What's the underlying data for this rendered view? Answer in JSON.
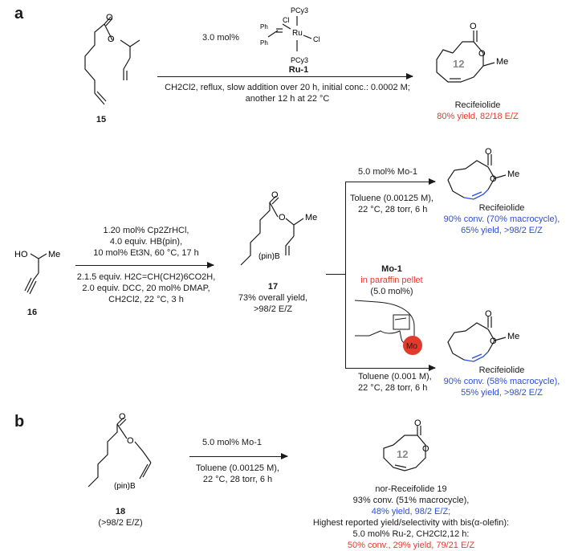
{
  "panels": {
    "a": "a",
    "b": "b"
  },
  "top": {
    "reactant_label": "15",
    "catalyst_loading": "3.0 mol%",
    "catalyst_name": "Ru-1",
    "ru_ligand_top": "PCy3",
    "ru_ligand_bottom": "PCy3",
    "ru_cl1": "Cl",
    "ru_cl2": "Cl",
    "ru_ph1": "Ph",
    "ru_ph2": "Ph",
    "conditions_line1": "CH2Cl2, reflux, slow addition over 20 h, initial conc.: 0.0002 M;",
    "conditions_line2": "another 12 h at 22 °C",
    "product_name": "Recifeiolide",
    "product_result": "80% yield, 82/18 E/Z",
    "ring_size": "12"
  },
  "middle": {
    "start_label": "16",
    "step1_line1": "1.20 mol% Cp2ZrHCl,",
    "step1_line2": "4.0 equiv. HB(pin),",
    "step1_line3": "10 mol% Et3N, 60 °C, 17 h",
    "step2_line1": "2.1.5 equiv. H2C=CH(CH2)6CO2H,",
    "step2_line2": "2.0 equiv. DCC, 20 mol% DMAP,",
    "step2_line3": "CH2Cl2, 22 °C, 3 h",
    "intermediate_label": "17",
    "intermediate_yield": "73% overall yield,",
    "intermediate_ratio": ">98/2 E/Z",
    "upper_loading": "5.0 mol% Mo-1",
    "upper_cond1": "Toluene (0.00125 M),",
    "upper_cond2": "22 °C, 28 torr, 6 h",
    "upper_product": "Recifeiolide",
    "upper_result1": "90% conv. (70% macrocycle),",
    "upper_result2": "65% yield, >98/2 E/Z",
    "pellet_title": "Mo-1",
    "pellet_note": "in paraffin pellet",
    "pellet_loading": "(5.0 mol%)",
    "pellet_metal": "Mo",
    "lower_cond1": "Toluene (0.001 M),",
    "lower_cond2": "22 °C, 28 torr, 6 h",
    "lower_product": "Recifeiolide",
    "lower_result1": "90% conv. (58% macrocycle),",
    "lower_result2": "55% yield, >98/2 E/Z",
    "pin_b": "(pin)B"
  },
  "bottom": {
    "reactant_label": "18",
    "reactant_ratio": "(>98/2 E/Z)",
    "loading": "5.0 mol% Mo-1",
    "cond1": "Toluene (0.00125 M),",
    "cond2": "22 °C, 28 torr, 6 h",
    "product_name": "nor-Receifolide 19",
    "result1": "93% conv. (51% macrocycle),",
    "result2": "48% yield, 98/2 E/Z;",
    "result3": "Highest reported yield/selectivity with bis(α-olefin):",
    "result4": "5.0 mol% Ru-2, CH2Cl2,12 h:",
    "result5": "50% conv., 29% yield, 79/21 E/Z",
    "ring_size": "12",
    "pin_b": "(pin)B"
  },
  "colors": {
    "red": "#e63a2e",
    "blue": "#2b4ed8",
    "pellet": "#e23b2e"
  }
}
